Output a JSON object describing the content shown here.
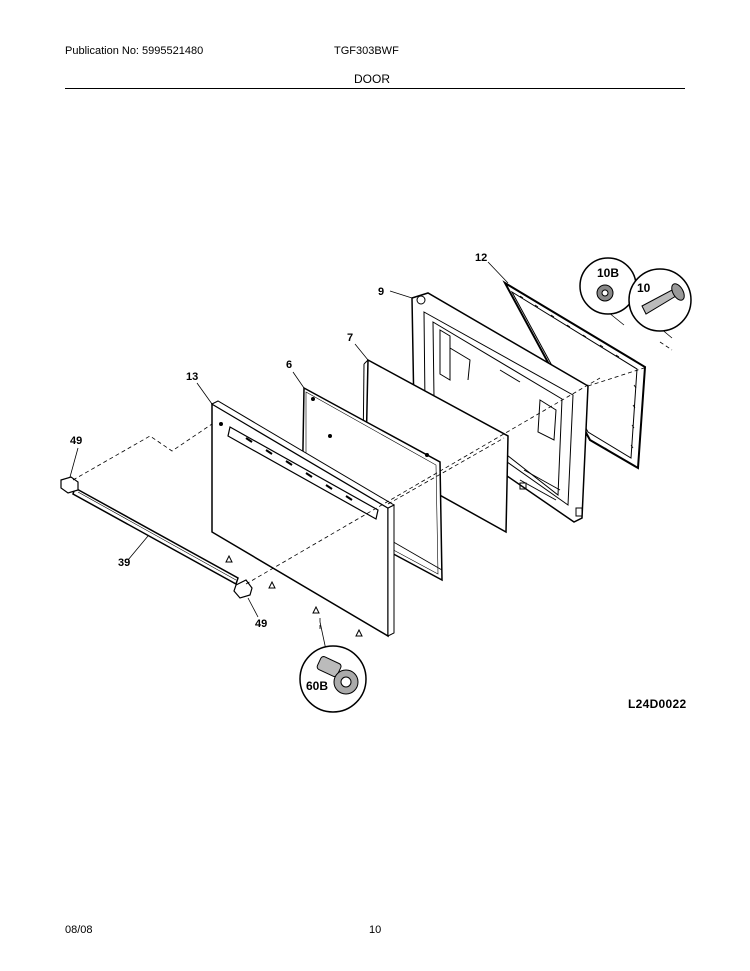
{
  "header": {
    "publication": "Publication No: 5995521480",
    "model": "TGF303BWF",
    "section": "DOOR"
  },
  "parts": [
    {
      "id": "p12",
      "label": "12"
    },
    {
      "id": "p9",
      "label": "9"
    },
    {
      "id": "p7",
      "label": "7"
    },
    {
      "id": "p6",
      "label": "6"
    },
    {
      "id": "p13",
      "label": "13"
    },
    {
      "id": "p49a",
      "label": "49"
    },
    {
      "id": "p39",
      "label": "39"
    },
    {
      "id": "p49b",
      "label": "49"
    },
    {
      "id": "p10B",
      "label": "10B"
    },
    {
      "id": "p10",
      "label": "10"
    },
    {
      "id": "p60B",
      "label": "60B"
    }
  ],
  "diagram_code": "L24D0022",
  "footer": {
    "date": "08/08",
    "page": "10"
  }
}
